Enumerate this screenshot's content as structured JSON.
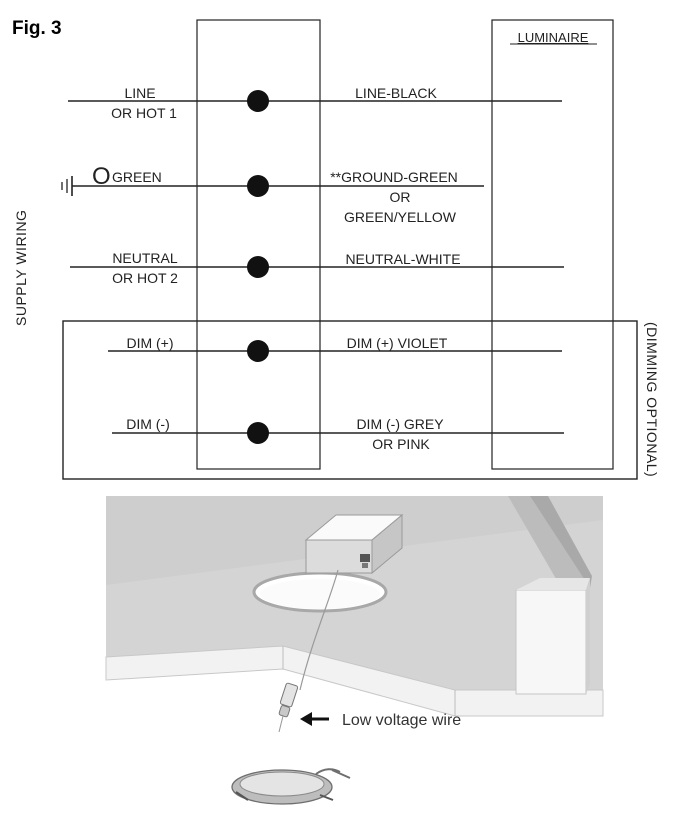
{
  "figure": {
    "label": "Fig. 3",
    "supply_wiring": "SUPPLY WIRING",
    "dimming_optional": "(DIMMING OPTIONAL)",
    "luminaire": "LUMINAIRE"
  },
  "wires": [
    {
      "id": "line",
      "supply": [
        "LINE",
        "OR HOT 1"
      ],
      "fixture": [
        "LINE-BLACK"
      ]
    },
    {
      "id": "ground",
      "supply": [
        "GREEN"
      ],
      "fixture": [
        "**GROUND-GREEN",
        "OR",
        "GREEN/YELLOW"
      ]
    },
    {
      "id": "neutral",
      "supply": [
        "NEUTRAL",
        "OR HOT 2"
      ],
      "fixture": [
        "NEUTRAL-WHITE"
      ]
    },
    {
      "id": "dim-plus",
      "supply": [
        "DIM (+)"
      ],
      "fixture": [
        "DIM (+) VIOLET"
      ]
    },
    {
      "id": "dim-minus",
      "supply": [
        "DIM (-)"
      ],
      "fixture": [
        "DIM (-) GREY",
        "OR PINK"
      ]
    }
  ],
  "ground_symbol": "O",
  "illustration": {
    "callout": "Low voltage wire"
  },
  "colors": {
    "ink": "#222222",
    "ceiling_top": "#d4d4d4",
    "ceiling_edge": "#f2f2f2"
  }
}
